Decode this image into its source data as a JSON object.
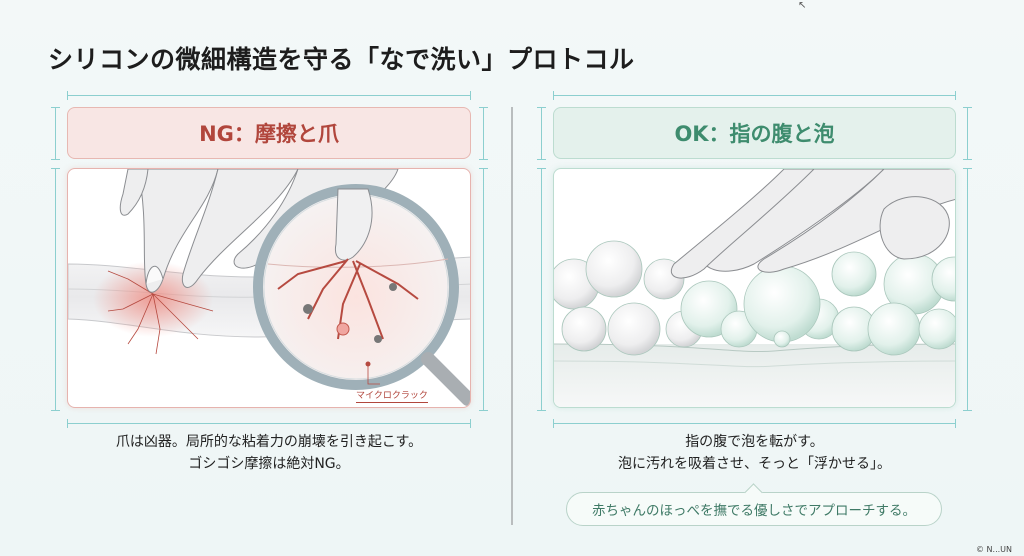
{
  "title": "シリコンの微細構造を守る「なで洗い」プロトコル",
  "ng_panel": {
    "heading": "NG：摩擦と爪",
    "illustration_label": "マイクロクラック",
    "caption_lines": [
      "爪は凶器。局所的な粘着力の崩壊を引き起こす。",
      "ゴシゴシ摩擦は絶対NG。"
    ],
    "accent_color": "#b1463c"
  },
  "ok_panel": {
    "heading": "OK：指の腹と泡",
    "caption_lines": [
      "指の腹で泡を転がす。",
      "泡に汚れを吸着させ、そっと「浮かせる」。"
    ],
    "callout": "赤ちゃんのほっぺを撫でる優しさでアプローチする。",
    "accent_color": "#3e8c6e"
  },
  "watermark": "© N...UN"
}
